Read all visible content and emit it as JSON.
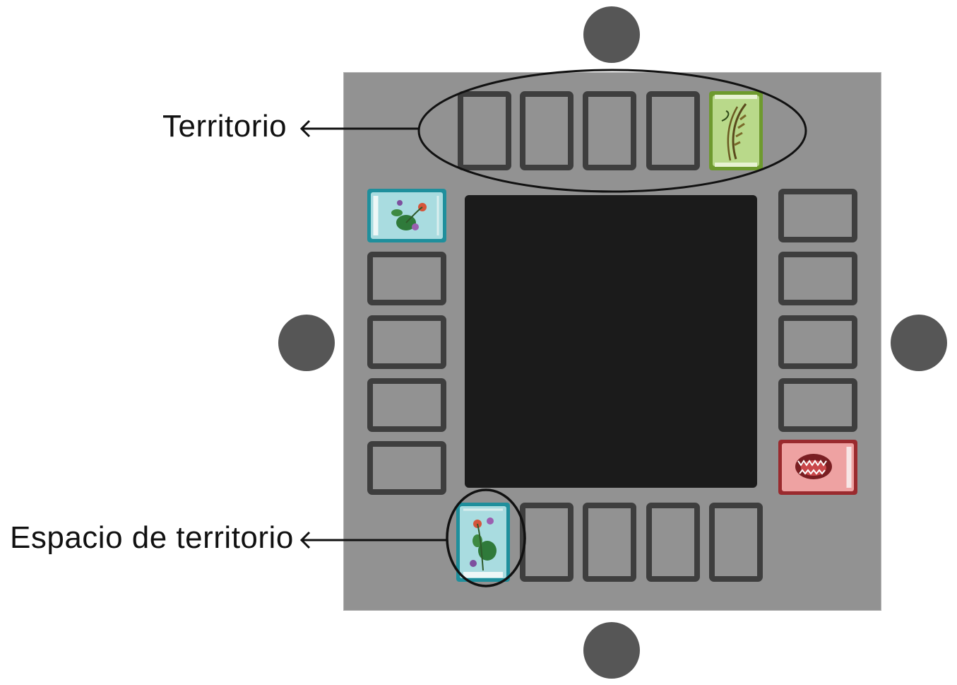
{
  "labels": {
    "territory": "Territorio",
    "territory_space": "Espacio de territorio"
  },
  "colors": {
    "board": "#929292",
    "center": "#1b1b1b",
    "slot_border": "#3e3e3e",
    "player_marker": "#565656",
    "card_green": "#8fb84a",
    "card_teal": "#2aa5b3",
    "card_red": "#b43a3e"
  },
  "players": [
    "top",
    "left",
    "right",
    "bottom"
  ],
  "cards": [
    {
      "side": "top",
      "slot": 5,
      "color": "green",
      "icon": "wheat-icon"
    },
    {
      "side": "left",
      "slot": 1,
      "color": "teal",
      "icon": "flower-icon"
    },
    {
      "side": "right",
      "slot": 5,
      "color": "red",
      "icon": "mouth-icon"
    },
    {
      "side": "bottom",
      "slot": 1,
      "color": "teal",
      "icon": "flower-icon"
    }
  ]
}
